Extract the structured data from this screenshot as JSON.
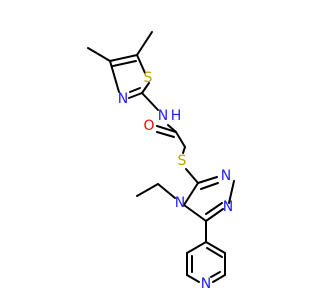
{
  "atoms": {
    "s_thiazole": {
      "label": "S",
      "color": "#b8a300"
    },
    "n_thiazole": {
      "label": "N",
      "color": "#1f1fff"
    },
    "nh": {
      "label": "N",
      "color": "#1f1fff"
    },
    "h": {
      "label": "H",
      "color": "#1f1fff"
    },
    "o": {
      "label": "O",
      "color": "#ff0000"
    },
    "s_thio": {
      "label": "S",
      "color": "#b8a300"
    },
    "n_tri_1": {
      "label": "N",
      "color": "#1f1fff"
    },
    "n_tri_2": {
      "label": "N",
      "color": "#1f1fff"
    },
    "n_tri_4": {
      "label": "N",
      "color": "#1f1fff"
    },
    "n_pyridine": {
      "label": "N",
      "color": "#1f1fff"
    }
  },
  "bond_color": "#000000"
}
